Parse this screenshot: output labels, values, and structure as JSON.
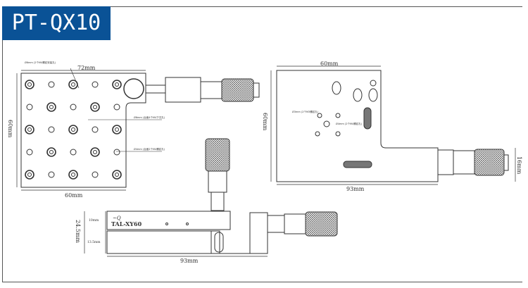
{
  "title": "PT-QX10",
  "top_view": {
    "width_top": "72mm",
    "width_bottom": "60mm",
    "height": "60mm",
    "note_1": "Ø6mm (2个M4螺纹安装孔)",
    "note_2": "Ø6mm (台面4个M4下沉孔)",
    "note_3": "Ø4mm (台面2个M4螺纹孔)"
  },
  "bottom_view": {
    "width_top": "60mm",
    "height": "60mm",
    "width_total": "93mm",
    "micrometer_height": "16mm",
    "note_1": "Ø3mm (2个M3螺纹孔)",
    "note_2": "Ø4mm (2个M4螺纹孔)"
  },
  "side_view": {
    "brand": "TAL-XY60",
    "total_height": "24.5mm",
    "upper_height": "10mm",
    "lower_height": "13.5mm",
    "width": "93mm"
  },
  "colors": {
    "title_bg": "#0a5296"
  }
}
